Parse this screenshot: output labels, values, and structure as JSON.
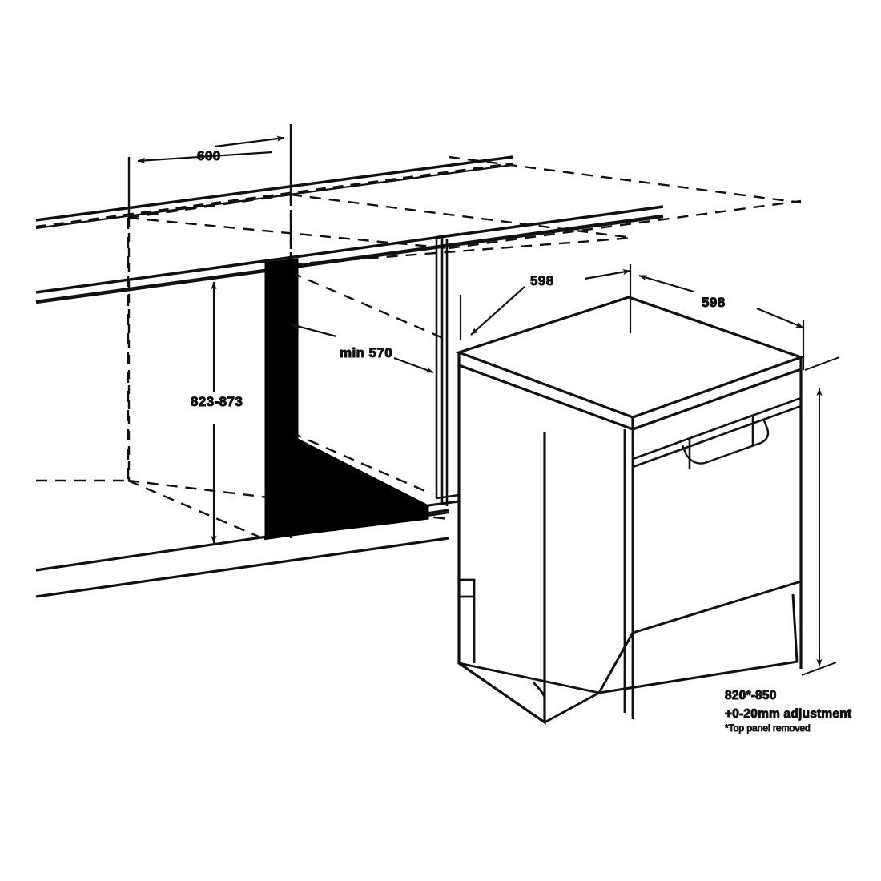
{
  "drawing": {
    "title": "Dishwasher installation dimension drawing",
    "units": "mm",
    "stroke_color": "#111111",
    "fill_solid": "#000000",
    "background": "#ffffff"
  },
  "dimensions": {
    "cabinet_width": {
      "label": "600",
      "name": "niche-width-600"
    },
    "cabinet_height": {
      "label": "823-873",
      "name": "niche-height-823-873"
    },
    "cabinet_depth": {
      "label": "min 570",
      "name": "niche-depth-min-570"
    },
    "appliance_depth": {
      "label": "598",
      "name": "appliance-depth-598"
    },
    "appliance_width": {
      "label": "598",
      "name": "appliance-width-598"
    }
  },
  "notes": {
    "height_range": "820*-850",
    "adjustment": "+0-20mm adjustment",
    "footnote": "*Top panel removed"
  }
}
